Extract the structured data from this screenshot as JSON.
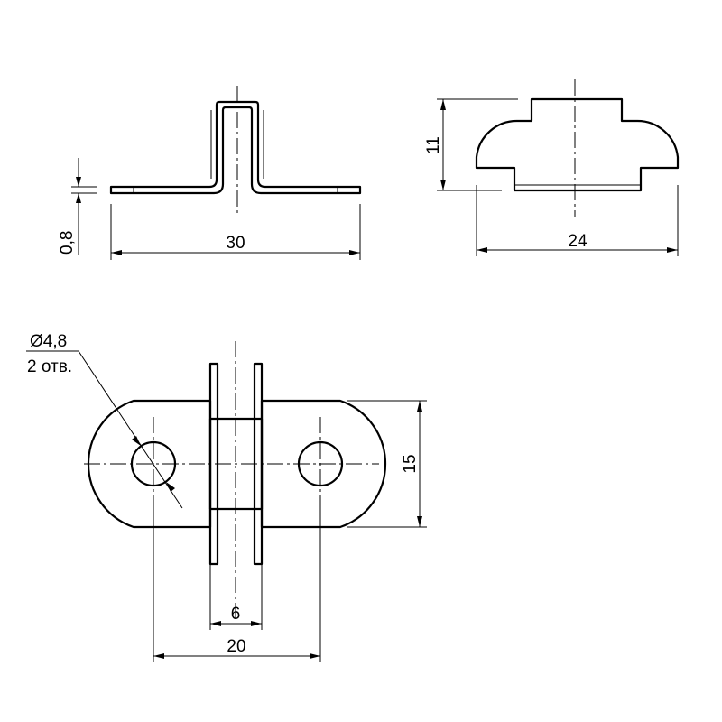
{
  "views": {
    "front": {
      "dim_width": "30",
      "dim_thickness": "0,8"
    },
    "side": {
      "dim_width": "24",
      "dim_height": "11"
    },
    "top": {
      "hole_diameter": "Ø4,8",
      "hole_count_note": "2 отв.",
      "dim_height": "15",
      "dim_inner_width": "6",
      "dim_hole_spacing": "20"
    }
  }
}
